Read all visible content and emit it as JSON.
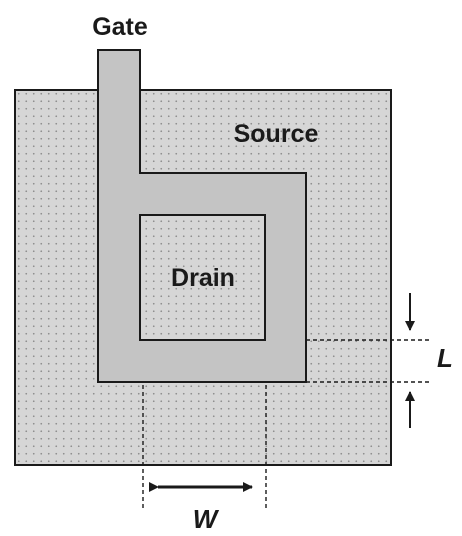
{
  "labels": {
    "gate": "Gate",
    "source": "Source",
    "drain": "Drain",
    "length": "L",
    "width": "W"
  },
  "colors": {
    "substrate": "#d6d6d6",
    "dots": "#8c8c8c",
    "gate": "#c4c4c4",
    "stroke": "#1a1a1a",
    "background": "#ffffff"
  }
}
